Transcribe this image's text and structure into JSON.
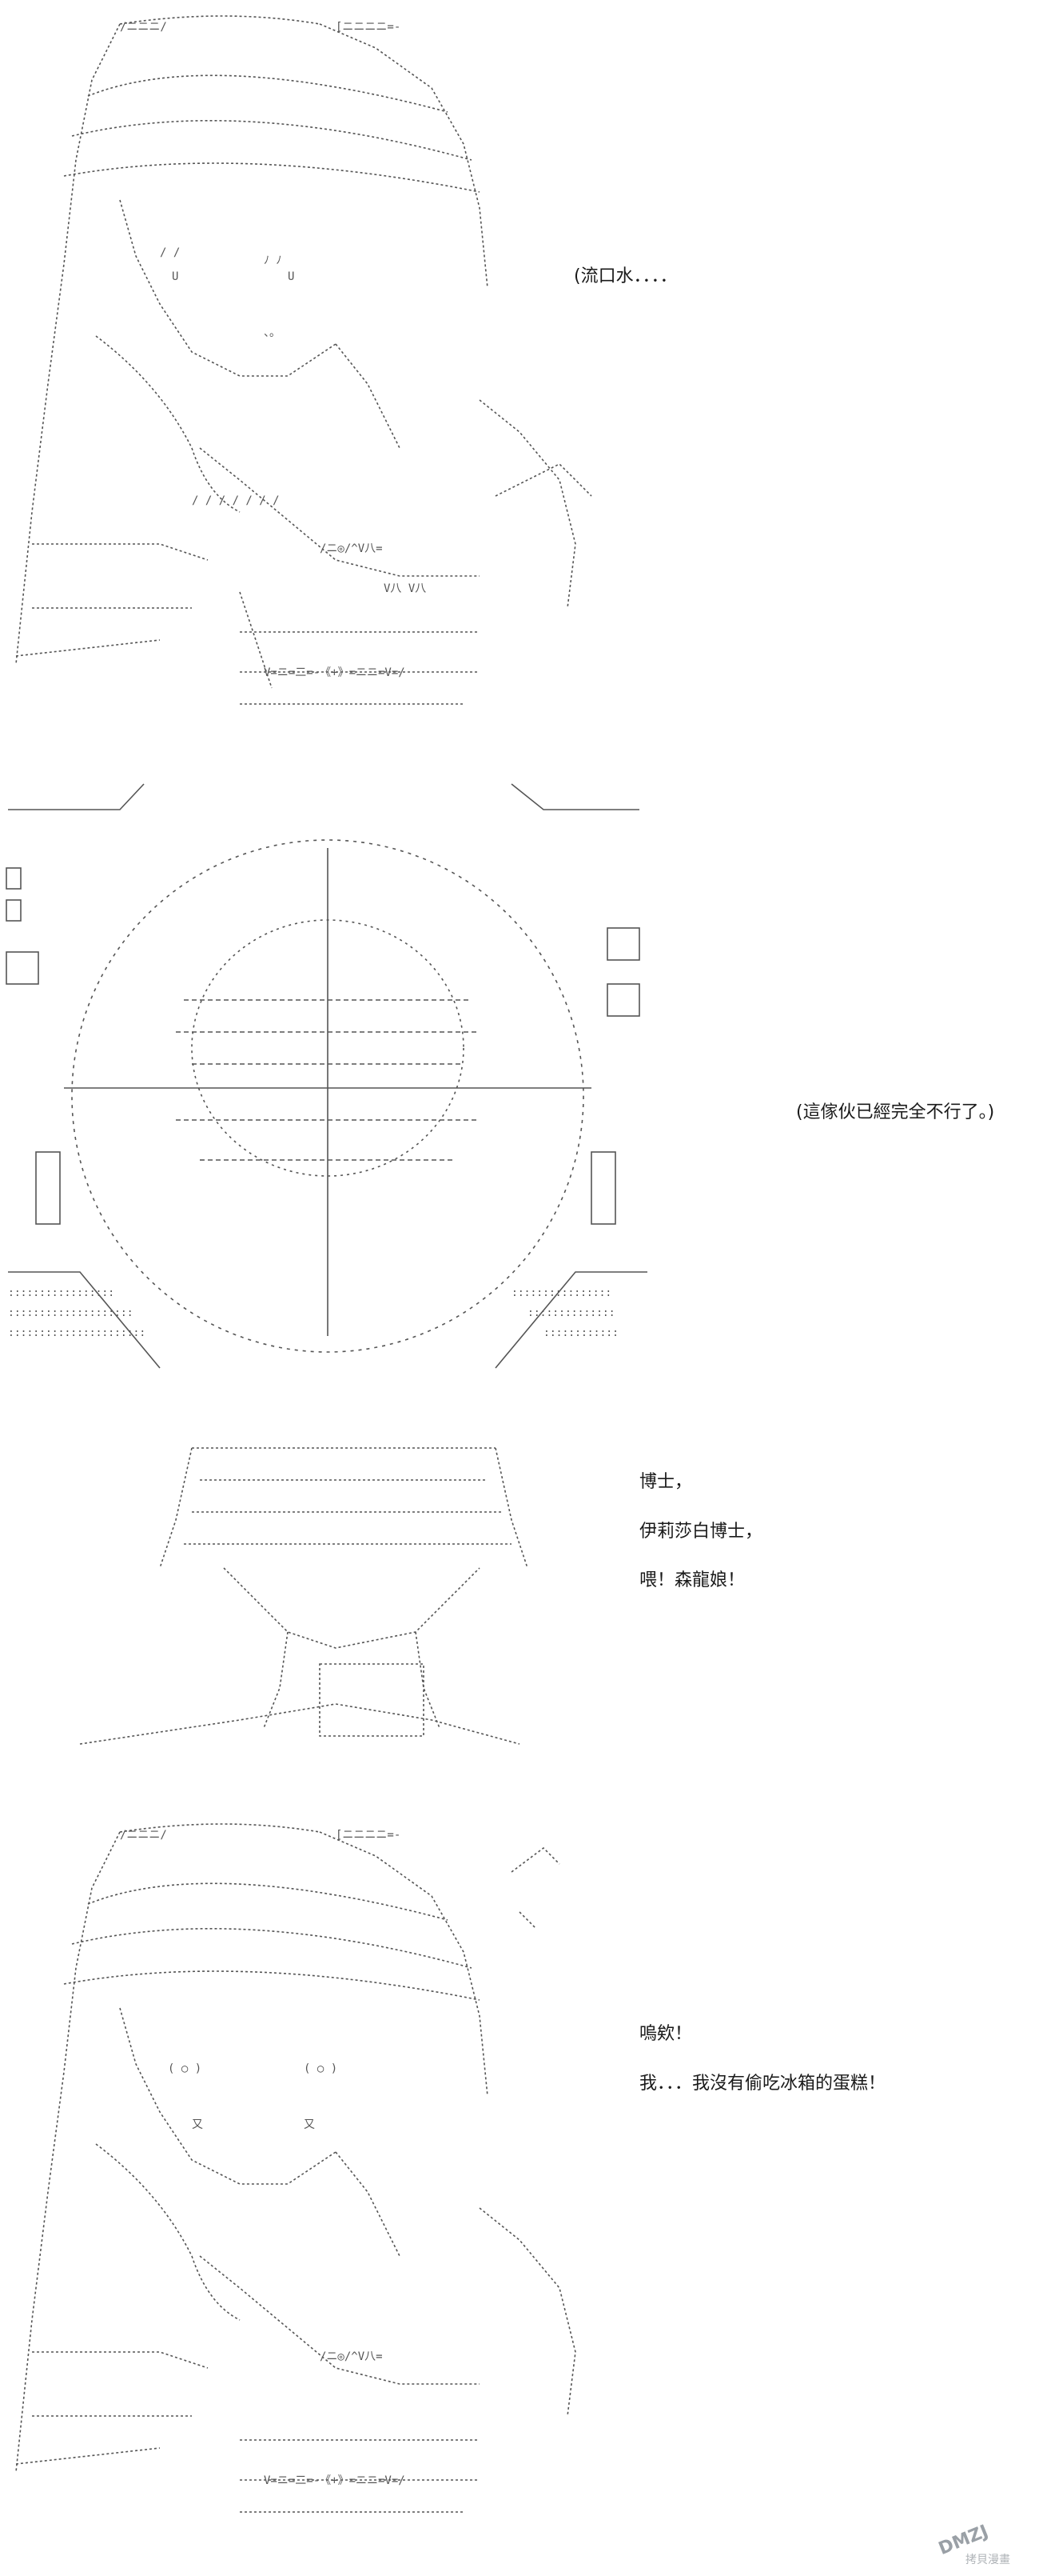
{
  "panels": [
    {
      "id": "panel-1",
      "lines": [
        "(流口水．．．．"
      ]
    },
    {
      "id": "panel-2",
      "lines": [
        "(這傢伙已經完全不行了。)"
      ]
    },
    {
      "id": "panel-3",
      "lines": [
        "博士，",
        "伊莉莎白博士，",
        "喂！森龍娘！"
      ]
    },
    {
      "id": "panel-4",
      "lines": [
        "嗚欸！",
        "我．．．我沒有偷吃冰箱的蛋糕！"
      ]
    }
  ],
  "watermark": {
    "logo": "DMZJ",
    "text": "拷貝漫畫"
  },
  "colors": {
    "ink": "#555555",
    "text": "#1a1a1a",
    "watermark": "#9aa0a6"
  },
  "icons": {
    "watermark": "site-logo-icon"
  }
}
